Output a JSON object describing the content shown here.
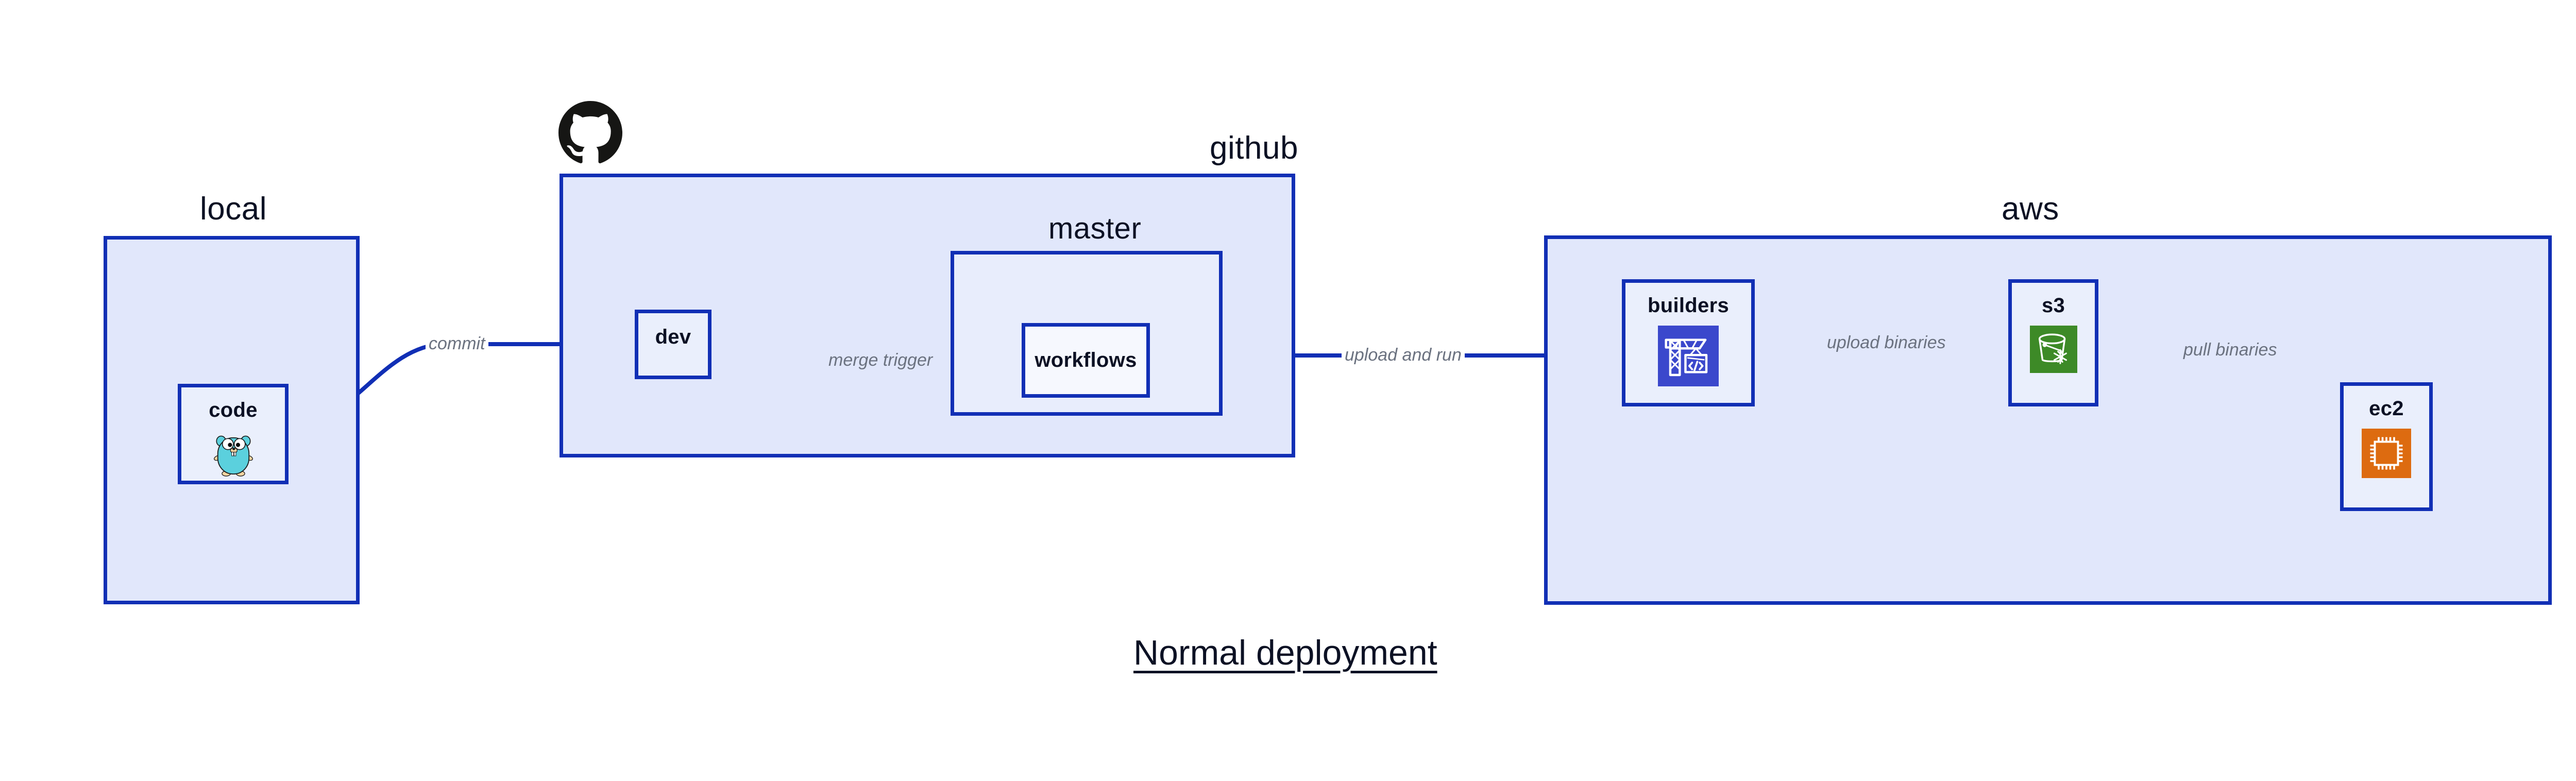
{
  "diagram": {
    "title": "Normal deployment",
    "colors": {
      "container_fill": "#e1e7fb",
      "node_fill": "#eaeffc",
      "border": "#112fb5",
      "edge_stroke": "#112fb5",
      "edge_label": "#6b7280",
      "text": "#0c1124",
      "codebuild_icon_bg": "#3b48cc",
      "s3_icon_bg": "#3d8a27",
      "ec2_icon_bg": "#dd6b10",
      "gopher_body": "#5bd0dd",
      "github_logo": "#161614"
    }
  },
  "groups": {
    "local": {
      "label": "local"
    },
    "github": {
      "label": "github"
    },
    "master": {
      "label": "master"
    },
    "aws": {
      "label": "aws"
    }
  },
  "nodes": {
    "code": {
      "label": "code",
      "icon": "go-gopher-icon"
    },
    "dev": {
      "label": "dev",
      "icon": null
    },
    "workflows": {
      "label": "workflows",
      "icon": null
    },
    "builders": {
      "label": "builders",
      "icon": "aws-codebuild-icon"
    },
    "s3": {
      "label": "s3",
      "icon": "aws-s3-glacier-icon"
    },
    "ec2": {
      "label": "ec2",
      "icon": "aws-ec2-icon"
    }
  },
  "edges": [
    {
      "id": "commit",
      "label": "commit",
      "from": "code",
      "to": "dev"
    },
    {
      "id": "merge-trigger",
      "label": "merge trigger",
      "from": "dev",
      "to": "workflows"
    },
    {
      "id": "upload-and-run",
      "label": "upload and run",
      "from": "workflows",
      "to": "builders"
    },
    {
      "id": "upload-binaries",
      "label": "upload binaries",
      "from": "builders",
      "to": "s3"
    },
    {
      "id": "pull-binaries",
      "label": "pull binaries",
      "from": "s3",
      "to": "ec2"
    }
  ],
  "logos": {
    "github_mark": "github-octocat-icon"
  }
}
